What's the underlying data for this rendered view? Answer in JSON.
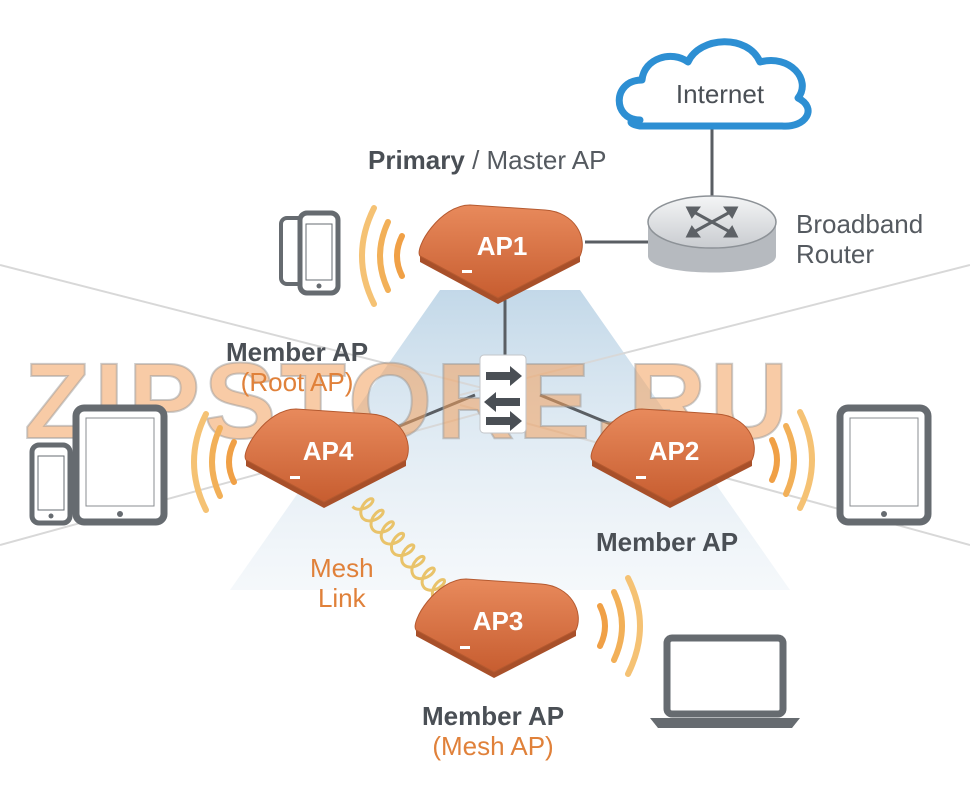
{
  "internet": "Internet",
  "router": {
    "line1": "Broadband",
    "line2": "Router"
  },
  "primary": {
    "bold": "Primary",
    "rest": " / Master AP"
  },
  "aps": {
    "ap1": "AP1",
    "ap2": "AP2",
    "ap3": "AP3",
    "ap4": "AP4"
  },
  "member_root": {
    "title": "Member AP",
    "sub": "(Root AP)"
  },
  "member_ap2": {
    "title": "Member AP"
  },
  "member_mesh": {
    "title": "Member AP",
    "sub": "(Mesh AP)"
  },
  "mesh_link": {
    "line1": "Mesh",
    "line2": "Link"
  },
  "watermark": "ZIPSTORE.RU",
  "colors": {
    "ap": "#d9703f",
    "accent": "#e0813a",
    "cloud": "#2d8fd3",
    "device": "#666b70",
    "text": "#4a4f55"
  }
}
